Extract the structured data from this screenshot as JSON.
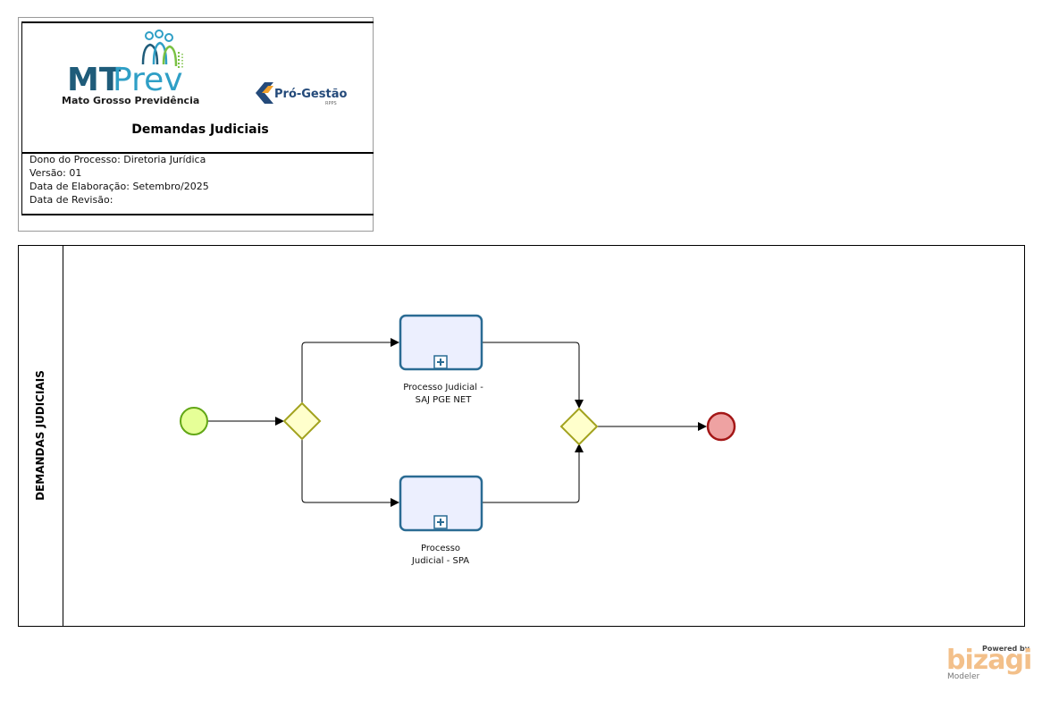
{
  "header": {
    "logo_left": {
      "text_mt": "MT",
      "text_prev": "Prev",
      "org_name": "Mato Grosso Previdência"
    },
    "logo_right": {
      "name": "Pró-Gestão",
      "sub": "RPPS"
    },
    "title": "Demandas Judiciais",
    "meta": {
      "owner": "Dono do Processo: Diretoria Jurídica",
      "version": "Versão: 01",
      "created": "Data de Elaboração: Setembro/2025",
      "revision": "Data de Revisão:"
    }
  },
  "pool": {
    "label": "DEMANDAS JUDICIAIS"
  },
  "tasks": [
    {
      "id": "task-1",
      "label_line1": "Processo Judicial -",
      "label_line2": "SAJ PGE NET"
    },
    {
      "id": "task-2",
      "label_line1": "Processo",
      "label_line2": "Judicial - SPA"
    }
  ],
  "colors": {
    "start_fill": "#e6ff97",
    "start_stroke": "#62a716",
    "gateway_fill": "#ffffcc",
    "gateway_stroke": "#a2a21e",
    "task_fill": "#eceffe",
    "task_stroke": "#2a6b93",
    "end_fill": "#eea2a2",
    "end_stroke": "#a41717",
    "mt_color": "#1f5c7a",
    "prev_color": "#2f9fc6",
    "progestao_color": "#244a7a"
  },
  "branding": {
    "powered": "Powered by",
    "name": "bizagi",
    "product": "Modeler"
  }
}
